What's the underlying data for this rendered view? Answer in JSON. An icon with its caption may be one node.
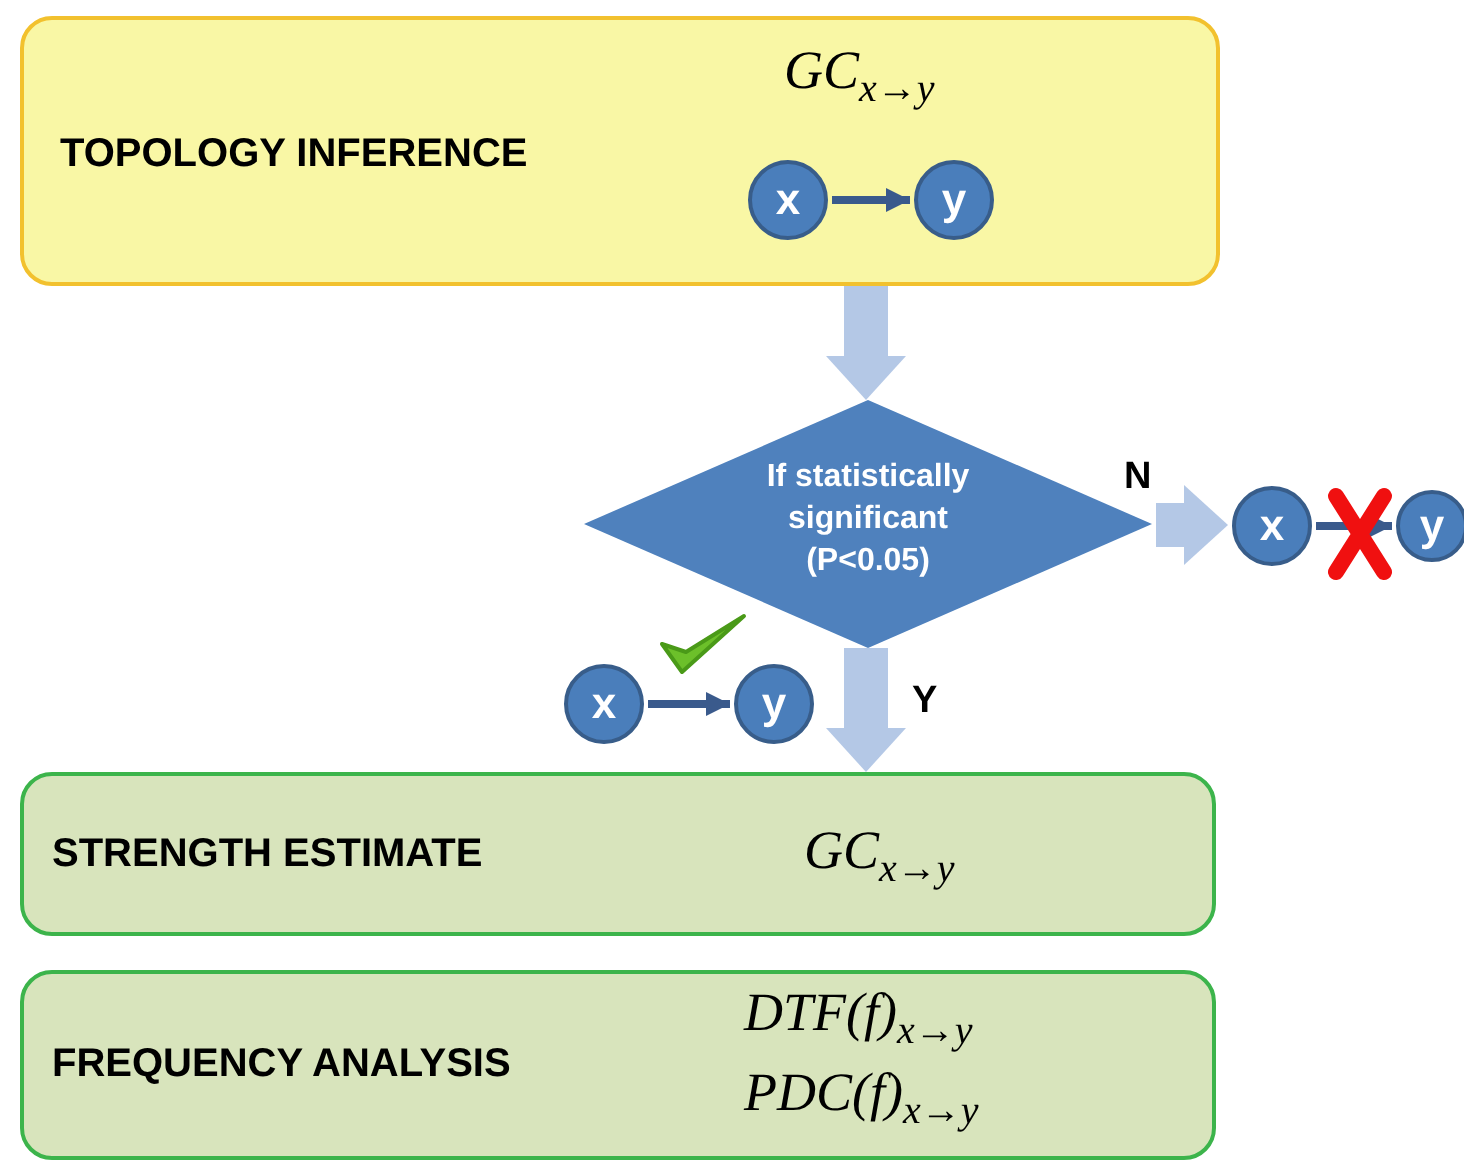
{
  "diagram": {
    "nodes": [
      {
        "text": [
          "TOPOLOGY INFERENCE",
          "GC$_{x→y}$"
        ]
      },
      {
        "text": [
          "x"
        ],
        "in": 0
      },
      {
        "text": [
          "y"
        ],
        "in": 0
      },
      {
        "text": [
          "If statistically significant (P<0.05)"
        ]
      },
      {
        "text": [
          "x"
        ]
      },
      {
        "text": [
          "y"
        ]
      },
      {
        "text": [
          "x"
        ]
      },
      {
        "text": [
          "y"
        ]
      },
      {
        "text": [
          "STRENGTH ESTIMATE",
          "GC$_{x→y}$"
        ]
      },
      {
        "text": [
          "FREQUENCY ANALYSIS",
          "DTF(f)$_{x→y}$",
          "PDC(f)$_{x→y}$"
        ]
      }
    ],
    "edges": [
      {
        "from": 1,
        "to": 2,
        "arrow": "to"
      },
      {
        "from": 0,
        "to": 3,
        "arrow": "to",
        "style": "thick",
        "color": "#b4c8e6"
      },
      {
        "from": 3,
        "to": 4,
        "arrow": "to",
        "label": "N",
        "style": "thick",
        "color": "#b4c8e6"
      },
      {
        "from": 4,
        "to": 5,
        "arrow": "to"
      },
      {
        "from": 6,
        "to": 7,
        "arrow": "to"
      },
      {
        "from": 3,
        "to": 8,
        "arrow": "to",
        "label": "Y",
        "style": "thick",
        "color": "#b4c8e6"
      }
    ]
  }
}
